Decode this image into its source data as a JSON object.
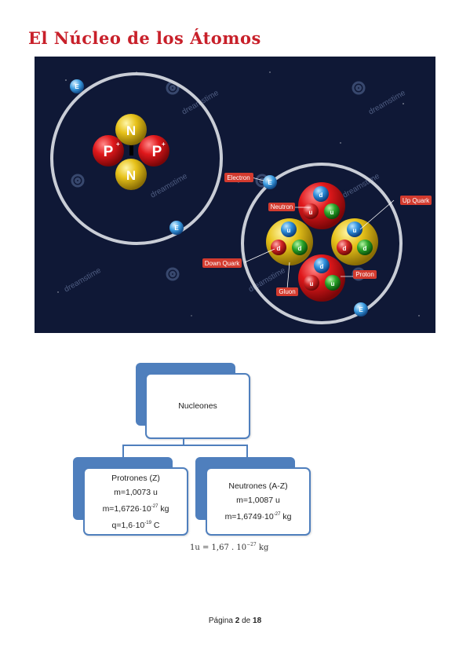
{
  "title": "El Núcleo de los Átomos",
  "image": {
    "watermark": "dreamstime",
    "labels": {
      "electron": "Electron",
      "neutron": "Neutron",
      "up_quark": "Up Quark",
      "down_quark": "Down Quark",
      "gluon": "Gluon",
      "proton": "Proton"
    },
    "helium": {
      "p": "P",
      "n": "N",
      "charge": "+"
    },
    "electron_symbol": "E",
    "quark_u": "u",
    "quark_d": "d"
  },
  "chart": {
    "root": "Nucleones",
    "protons": {
      "title": "Protrones (Z)",
      "mass_u": "m=1,0073 u",
      "mass_kg_prefix": "m=1,6726·10",
      "mass_kg_exp": "-27",
      "mass_kg_unit": " kg",
      "charge_prefix": "q=1,6·10",
      "charge_exp": "-19",
      "charge_unit": " C"
    },
    "neutrons": {
      "title": "Neutrones (A-Z)",
      "mass_u": "m=1,0087 u",
      "mass_kg_prefix": "m=1,6749·10",
      "mass_kg_exp": "-27",
      "mass_kg_unit": " kg"
    }
  },
  "formula": {
    "prefix": "1u = 1,67 . 10",
    "exp": "−27",
    "unit": " kg"
  },
  "footer": {
    "page_word": "Página ",
    "current": "2",
    "of_word": " de ",
    "total": "18"
  },
  "colors": {
    "title": "#c8202a",
    "background": "#0f1836",
    "box_blue": "#4f7fbd"
  }
}
